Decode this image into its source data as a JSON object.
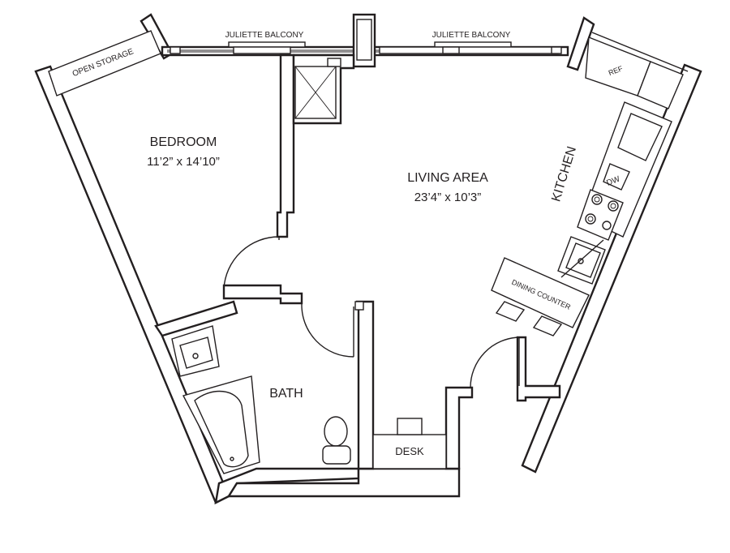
{
  "rooms": {
    "bedroom": {
      "name": "BEDROOM",
      "dims": "11’2” x 14’10”"
    },
    "living": {
      "name": "LIVING AREA",
      "dims": "23’4” x 10’3”"
    },
    "bath": {
      "name": "BATH"
    },
    "kitchen": {
      "name": "KITCHEN"
    }
  },
  "labels": {
    "balcony_left": "JULIETTE BALCONY",
    "balcony_right": "JULIETTE BALCONY",
    "open_storage": "OPEN STORAGE",
    "ref": "REF",
    "dw": "DW",
    "dining_counter": "DINING COUNTER",
    "desk": "DESK"
  },
  "colors": {
    "line": "#231f20",
    "background": "#ffffff"
  }
}
